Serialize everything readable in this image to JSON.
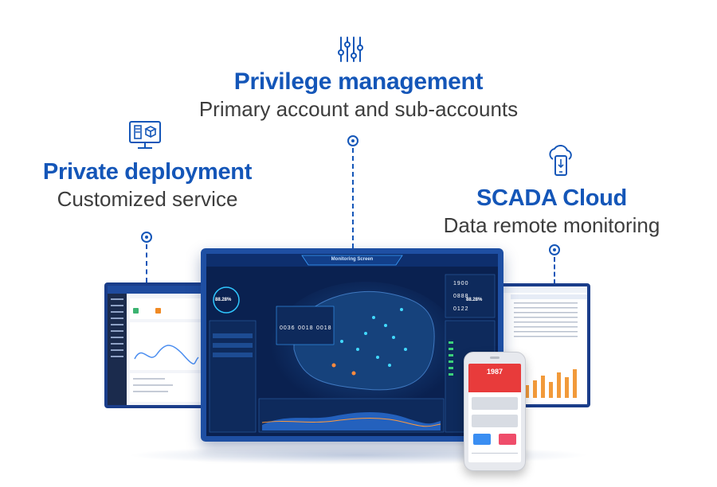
{
  "features": {
    "privilege": {
      "title": "Privilege management",
      "subtitle": "Primary account and sub-accounts",
      "icon": "sliders-icon"
    },
    "deployment": {
      "title": "Private deployment",
      "subtitle": "Customized service",
      "icon": "server-monitor-icon"
    },
    "scada": {
      "title": "SCADA Cloud",
      "subtitle": "Data remote monitoring",
      "icon": "cloud-phone-icon"
    }
  },
  "main_screen": {
    "title": "Monitoring Screen",
    "gauge_left": "88.28%",
    "gauge_right": "88.28%",
    "counter_a": "0036",
    "counter_b": "0018",
    "counter_c": "0018",
    "side_values": [
      "1900",
      "0888",
      "0122"
    ]
  },
  "phone": {
    "header_value": "1987"
  },
  "colors": {
    "brand_blue": "#1456b8",
    "screen_dark": "#0a2150",
    "bezel": "#1e4fa3",
    "phone_red": "#e83b3b"
  }
}
